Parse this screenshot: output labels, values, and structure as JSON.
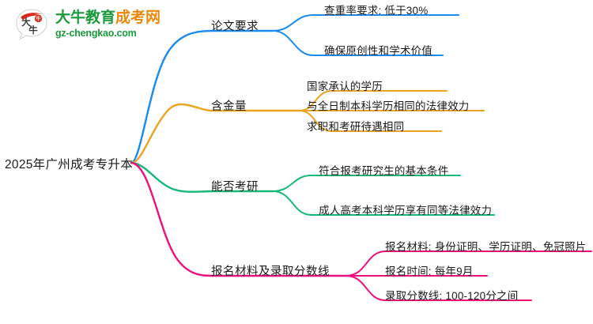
{
  "logo": {
    "mark_text": "大牛",
    "title_part1": "大牛教育",
    "title_part2": "成考网",
    "domain": "gz-chengkao.com"
  },
  "mindmap": {
    "root": {
      "label": "2025年广州成考专升本"
    },
    "branches": [
      {
        "label": "论文要求",
        "color": "#1a8cf0",
        "children": [
          {
            "label": "查重率要求: 低于30%"
          },
          {
            "label": "确保原创性和学术价值"
          }
        ]
      },
      {
        "label": "含金量",
        "color": "#e9a521",
        "children": [
          {
            "label": "国家承认的学历"
          },
          {
            "label": "与全日制本科学历相同的法律效力"
          },
          {
            "label": "求职和考研待遇相同"
          }
        ]
      },
      {
        "label": "能否考研",
        "color": "#17b978",
        "children": [
          {
            "label": "符合报考研究生的基本条件"
          },
          {
            "label": "成人高考本科学历享有同等法律效力"
          }
        ]
      },
      {
        "label": "报名材料及录取分数线",
        "color": "#ec0f7c",
        "children": [
          {
            "label": "报名材料: 身份证明、学历证明、免冠照片"
          },
          {
            "label": "报名时间: 每年9月"
          },
          {
            "label": "录取分数线: 100-120分之间"
          }
        ]
      }
    ]
  }
}
